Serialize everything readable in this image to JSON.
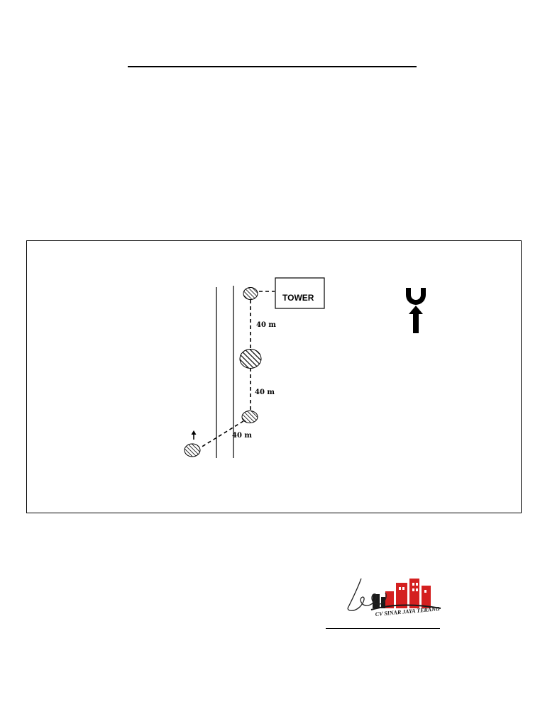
{
  "map": {
    "tower_label": "TOWER",
    "distances": [
      "40 m",
      "40 m",
      "40 m"
    ],
    "compass": {
      "letter": "U",
      "icon": "north-arrow-icon"
    },
    "start_marker_icon": "arrow-up-icon"
  },
  "stamp": {
    "company_text": "CV SINAR JAYA TERANG",
    "logo_color": "#d42020"
  }
}
